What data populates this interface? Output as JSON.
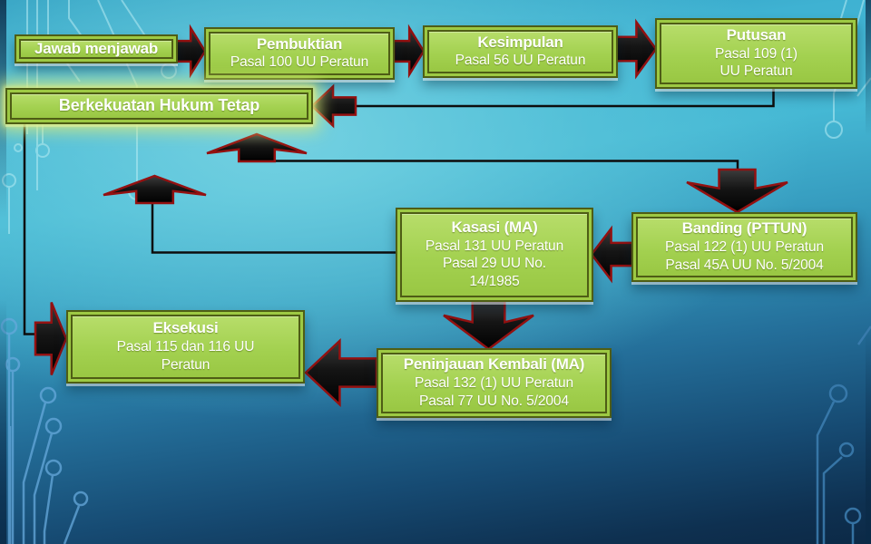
{
  "boxes": {
    "jawab": {
      "title": "Jawab menjawab",
      "lines": []
    },
    "pembuktian": {
      "title": "Pembuktian",
      "lines": [
        "Pasal 100 UU Peratun"
      ]
    },
    "kesimpulan": {
      "title": "Kesimpulan",
      "lines": [
        "Pasal 56 UU Peratun"
      ]
    },
    "putusan": {
      "title": "Putusan",
      "lines": [
        "Pasal 109 (1)",
        "UU Peratun"
      ]
    },
    "berkekuatan": {
      "title": "Berkekuatan Hukum Tetap",
      "lines": []
    },
    "kasasi": {
      "title": "Kasasi (MA)",
      "lines": [
        "Pasal 131 UU Peratun",
        "Pasal 29 UU No.",
        "14/1985"
      ]
    },
    "banding": {
      "title": "Banding (PTTUN)",
      "lines": [
        "Pasal 122 (1) UU Peratun",
        "Pasal 45A UU No. 5/2004"
      ]
    },
    "eksekusi": {
      "title": "Eksekusi",
      "lines": [
        "Pasal 115 dan 116 UU",
        "Peratun"
      ]
    },
    "peninjauan": {
      "title": "Peninjauan Kembali (MA)",
      "lines": [
        "Pasal 132 (1) UU Peratun",
        "Pasal 77 UU No. 5/2004"
      ]
    }
  },
  "connections": [
    {
      "from": "Jawab menjawab",
      "to": "Pembuktian",
      "style": "right-block-arrow"
    },
    {
      "from": "Pembuktian",
      "to": "Kesimpulan",
      "style": "right-block-arrow"
    },
    {
      "from": "Kesimpulan",
      "to": "Putusan",
      "style": "right-block-arrow"
    },
    {
      "from": "Putusan",
      "to": "Berkekuatan Hukum Tetap",
      "style": "elbow-line-with-left-arrow"
    },
    {
      "from": "Banding (PTTUN)",
      "to": "Berkekuatan Hukum Tetap",
      "style": "elbow-line-with-up-and-down-arrows"
    },
    {
      "from": "Kasasi (MA)",
      "to": "Berkekuatan Hukum Tetap",
      "style": "elbow-line-with-up-arrow"
    },
    {
      "from": "Banding (PTTUN)",
      "to": "Kasasi (MA)",
      "style": "left-block-arrow"
    },
    {
      "from": "Kasasi (MA)",
      "to": "Peninjauan Kembali (MA)",
      "style": "down-block-arrow"
    },
    {
      "from": "Peninjauan Kembali (MA)",
      "to": "Eksekusi",
      "style": "left-block-arrow"
    },
    {
      "from": "Berkekuatan Hukum Tetap",
      "to": "Eksekusi",
      "style": "elbow-line-with-right-arrow"
    }
  ],
  "colors": {
    "box_fill": "#a3d150",
    "box_border": "#4e5d15",
    "box_text": "#ffffff",
    "glow": "#d8ea7a",
    "arrow_fill": "#0d0d0d",
    "arrow_outline": "#931111",
    "connector_line": "#0d0d0d",
    "background_light": "#5ec7dc",
    "background_dark": "#0c2946",
    "circuit_light": "#b7ecf4",
    "circuit_blue": "#66a9dc"
  }
}
